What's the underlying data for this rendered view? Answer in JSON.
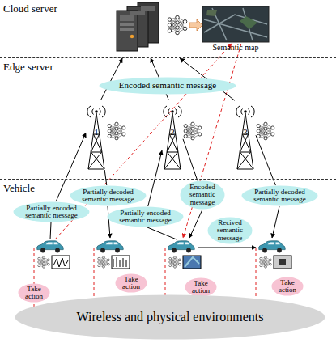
{
  "diagram": {
    "nodes": [
      {
        "text": [
          "Cloud server"
        ]
      },
      {
        "text": [
          "Semantic map"
        ],
        "in": 0
      },
      {
        "text": [
          "Edge server"
        ]
      },
      {
        "text": [
          "Encoded semantic message"
        ],
        "in": 2
      },
      {
        "text": [
          "1"
        ],
        "in": 2
      },
      {
        "text": [
          "2"
        ],
        "in": 2
      },
      {
        "text": [
          "3"
        ],
        "in": 2
      },
      {
        "text": [
          "Vehicle"
        ]
      },
      {
        "text": [
          "Partially encoded semantic message"
        ],
        "in": 7
      },
      {
        "text": [
          "Partially decoded semantic message"
        ],
        "in": 7
      },
      {
        "text": [
          "Encoded semantic message"
        ],
        "in": 7
      },
      {
        "text": [
          "Partially encoded semantic message"
        ],
        "in": 7
      },
      {
        "text": [
          "Partially decoded semantic message"
        ],
        "in": 7
      },
      {
        "text": [
          "Recived semantic message"
        ],
        "in": 7
      },
      {
        "text": [
          "Take action"
        ],
        "in": 7
      },
      {
        "text": [
          "Take action"
        ],
        "in": 7
      },
      {
        "text": [
          "Take action"
        ],
        "in": 7
      },
      {
        "text": [
          "Take action"
        ],
        "in": 7
      },
      {
        "text": [
          "Wireless and physical environments"
        ],
        "in": 7
      }
    ],
    "edges": [
      {
        "from": 4,
        "to": 0,
        "arrow": "to"
      },
      {
        "from": 5,
        "to": 0,
        "arrow": "to"
      },
      {
        "from": 6,
        "to": 0,
        "arrow": "to"
      },
      {
        "from": 8,
        "to": 4,
        "arrow": "to"
      },
      {
        "from": 4,
        "to": 9,
        "arrow": "none"
      },
      {
        "from": 11,
        "to": 5,
        "arrow": "to"
      },
      {
        "from": 5,
        "to": 10,
        "arrow": "none"
      },
      {
        "from": 6,
        "to": 12,
        "arrow": "none"
      }
    ]
  }
}
